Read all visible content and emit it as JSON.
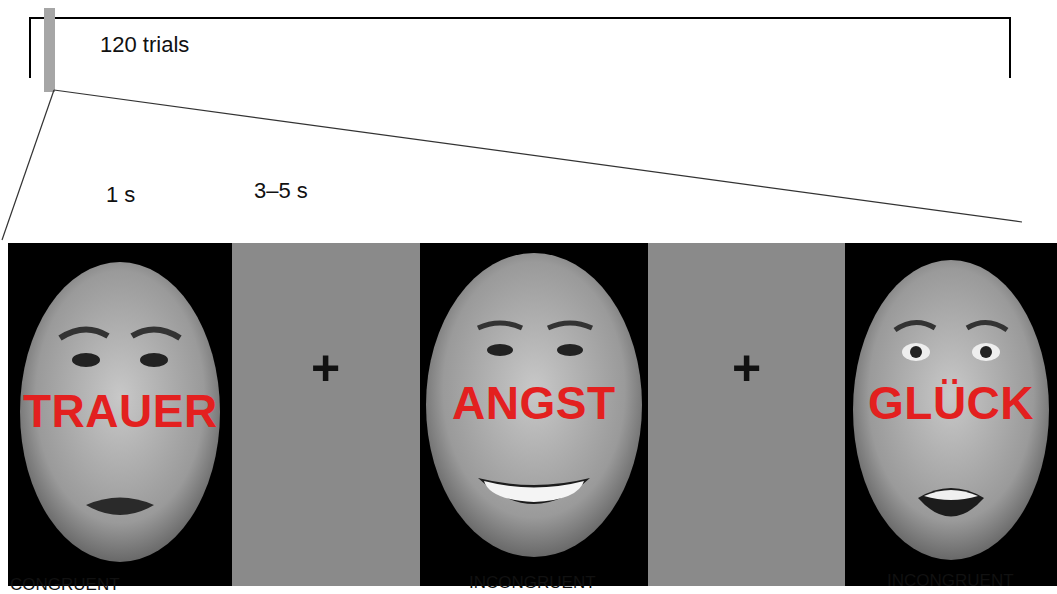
{
  "diagram": {
    "nodes": [
      {
        "text": [
          "TRAUER"
        ]
      },
      {
        "text": [
          "+"
        ]
      },
      {
        "text": [
          "ANGST"
        ]
      },
      {
        "text": [
          "+"
        ]
      },
      {
        "text": [
          "GLÜCK"
        ]
      }
    ],
    "labels": [
      "120 trials",
      "1 s",
      "3–5 s",
      "CONGRUENT",
      "INCONGRUENT",
      "INCONGRUENT"
    ]
  }
}
